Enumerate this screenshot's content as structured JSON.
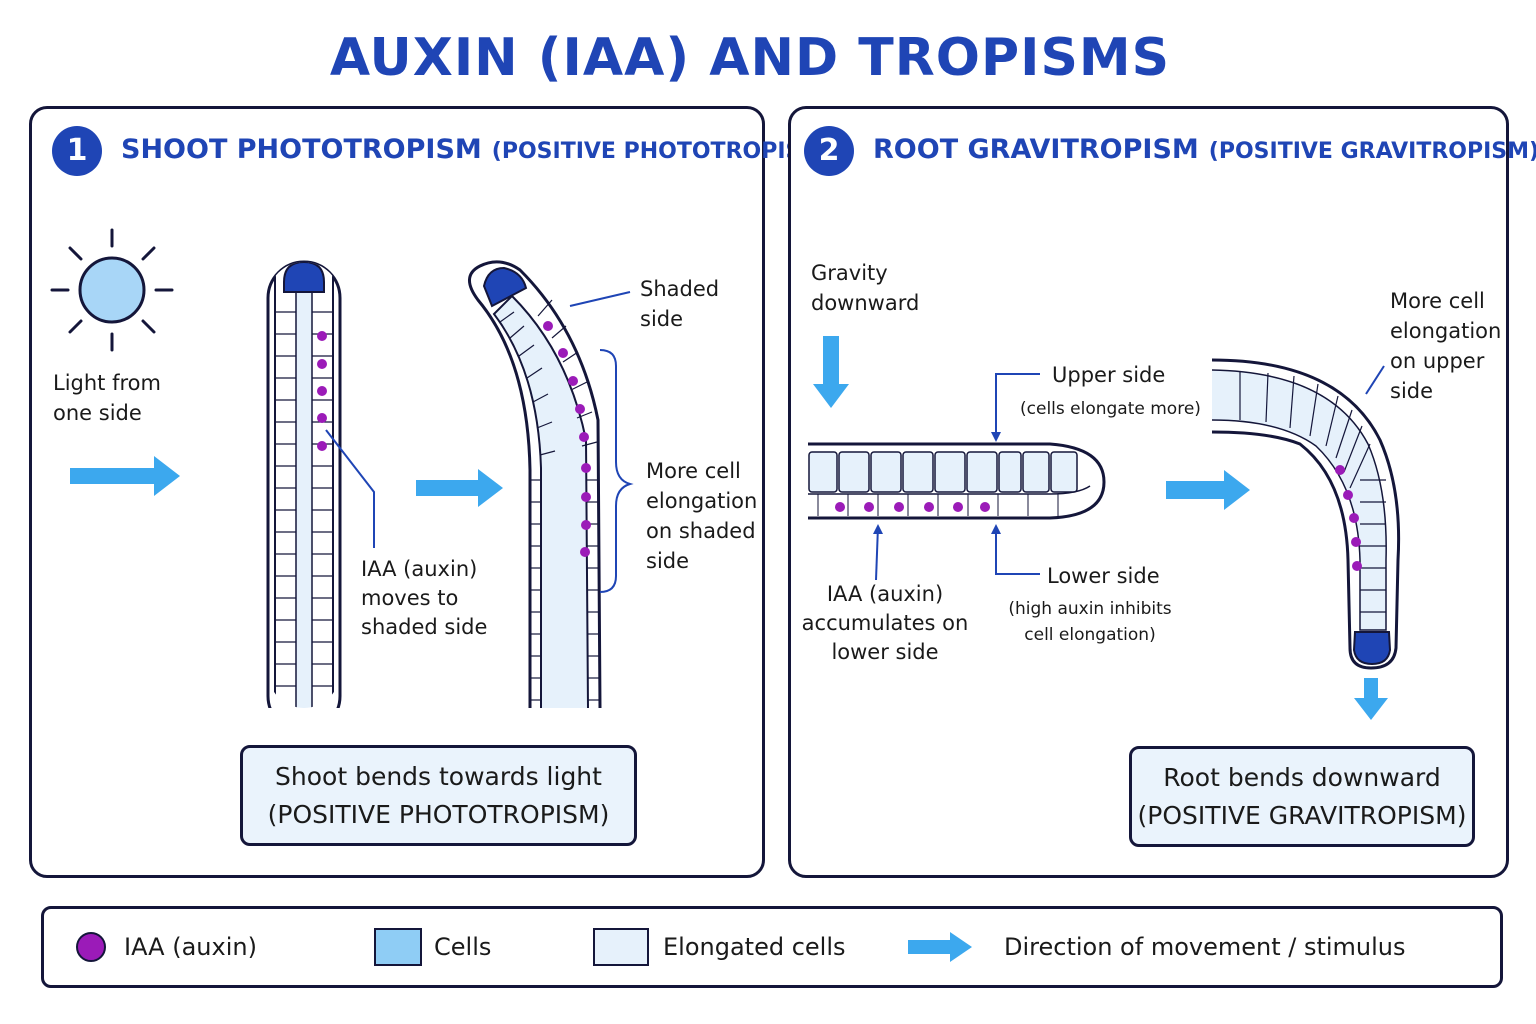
{
  "title": "AUXIN (IAA) AND TROPISMS",
  "colors": {
    "accent": "#1f45b5",
    "auxin": "#9b1bb8",
    "arrow": "#3ca8ee",
    "cell_fill": "#e6f1fb",
    "tip": "#1f45b5",
    "sun": "#a8d6f7"
  },
  "panel1": {
    "number": "1",
    "title": "SHOOT PHOTOTROPISM",
    "subtitle": "(POSITIVE PHOTOTROPISM)",
    "light_label_1": "Light from",
    "light_label_2": "one side",
    "iaa_label_1": "IAA (auxin)",
    "iaa_label_2": "moves to",
    "iaa_label_3": "shaded side",
    "shaded_label_1": "Shaded",
    "shaded_label_2": "side",
    "elong_label_1": "More cell",
    "elong_label_2": "elongation",
    "elong_label_3": "on shaded",
    "elong_label_4": "side",
    "result_1": "Shoot bends towards light",
    "result_2": "(POSITIVE PHOTOTROPISM)"
  },
  "panel2": {
    "number": "2",
    "title": "ROOT GRAVITROPISM",
    "subtitle": "(POSITIVE GRAVITROPISM)",
    "gravity_label_1": "Gravity",
    "gravity_label_2": "downward",
    "upper_label": "Upper side",
    "upper_note": "(cells elongate more)",
    "lower_label": "Lower side",
    "lower_note_1": "(high auxin inhibits",
    "lower_note_2": "cell elongation)",
    "iaa_label_1": "IAA (auxin)",
    "iaa_label_2": "accumulates on",
    "iaa_label_3": "lower side",
    "elong_label_1": "More cell",
    "elong_label_2": "elongation",
    "elong_label_3": "on upper",
    "elong_label_4": "side",
    "result_1": "Root bends downward",
    "result_2": "(POSITIVE GRAVITROPISM)"
  },
  "legend": {
    "auxin": "IAA (auxin)",
    "cells": "Cells",
    "elongated": "Elongated cells",
    "direction": "Direction of movement / stimulus"
  },
  "icons": [
    "sun-icon",
    "arrow-right-icon",
    "arrow-down-icon"
  ]
}
